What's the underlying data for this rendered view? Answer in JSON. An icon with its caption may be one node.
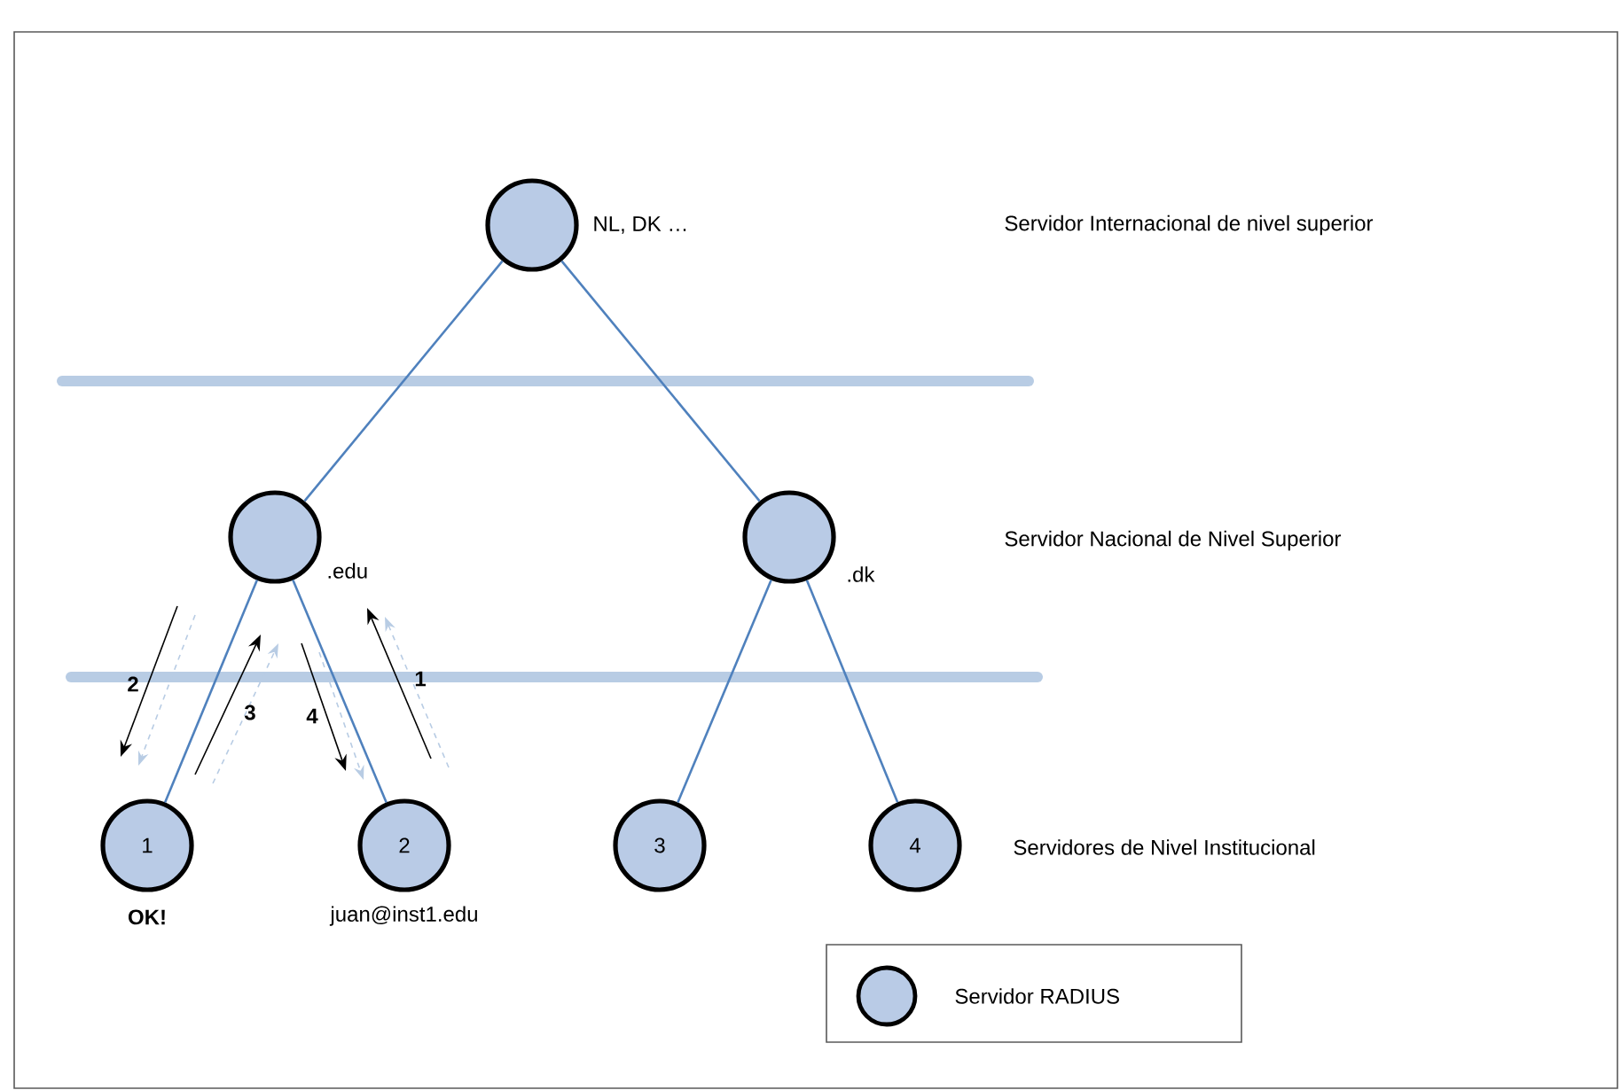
{
  "diagram": {
    "nodes": [
      {
        "text": [],
        "shape": "circle",
        "beside": [
          "NL, DK …"
        ]
      },
      {
        "text": [],
        "shape": "circle",
        "beside": [
          ".edu"
        ]
      },
      {
        "text": [],
        "shape": "circle",
        "beside": [
          ".dk"
        ]
      },
      {
        "text": [
          "1"
        ],
        "beside": [
          "OK!"
        ]
      },
      {
        "text": [
          "2"
        ],
        "beside": [
          "juan@inst1.edu"
        ]
      },
      {
        "text": [
          "3"
        ]
      },
      {
        "text": [
          "4"
        ]
      }
    ],
    "edges": [
      {
        "from": 0,
        "to": 1,
        "arrow": "none"
      },
      {
        "from": 0,
        "to": 2,
        "arrow": "none"
      },
      {
        "from": 1,
        "to": 3,
        "arrow": "none"
      },
      {
        "from": 1,
        "to": 4,
        "arrow": "none"
      },
      {
        "from": 2,
        "to": 5,
        "arrow": "none"
      },
      {
        "from": 2,
        "to": 6,
        "arrow": "none"
      }
    ],
    "labels": [
      "Servidor Internacional de nivel superior",
      "Servidor Nacional de Nivel Superior",
      "2",
      "1",
      "3",
      "4",
      "Servidores de Nivel Institucional"
    ],
    "legend": [
      {
        "text": "Servidor RADIUS"
      }
    ]
  }
}
